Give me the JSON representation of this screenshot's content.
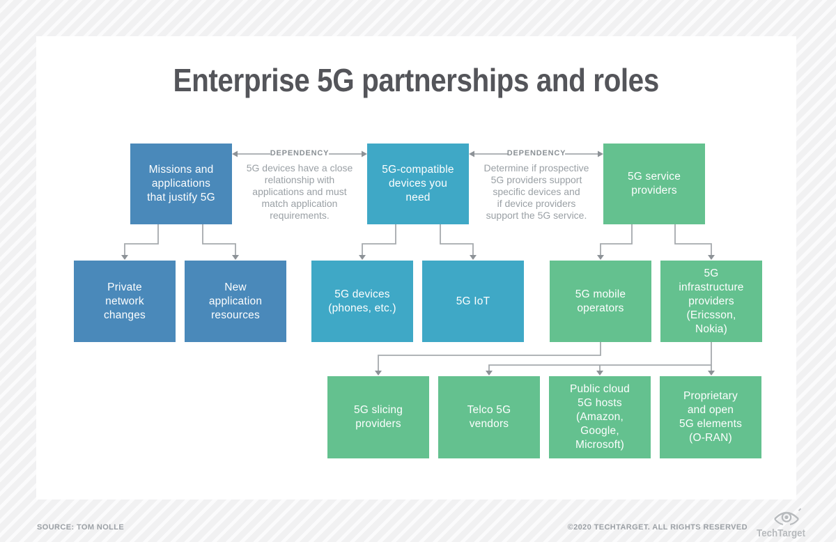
{
  "title": "Enterprise 5G partnerships and roles",
  "colors": {
    "blue": "#4a89ba",
    "teal": "#3fa8c6",
    "green": "#64c18f",
    "background": "#f2f2f3",
    "card": "#ffffff",
    "title_text": "#54555a",
    "connector_line": "#a5a9ad",
    "arrowhead": "#8d9297",
    "dependency_label": "#8a9095",
    "dependency_text": "#9aa0a5",
    "footer_text": "#9ba0a5",
    "logo": "#b7babd"
  },
  "dependencies": [
    {
      "label": "DEPENDENCY",
      "description": "5G devices have a close\nrelationship with\napplications and must\nmatch application\nrequirements."
    },
    {
      "label": "DEPENDENCY",
      "description": "Determine if prospective\n5G providers support\nspecific devices and\nif device providers\nsupport the 5G service."
    }
  ],
  "boxes": {
    "row1": [
      {
        "label": "Missions and\napplications\nthat justify 5G",
        "color": "blue"
      },
      {
        "label": "5G-compatible\ndevices you\nneed",
        "color": "teal"
      },
      {
        "label": "5G service\nproviders",
        "color": "green"
      }
    ],
    "row2": [
      {
        "label": "Private\nnetwork\nchanges",
        "color": "blue"
      },
      {
        "label": "New\napplication\nresources",
        "color": "blue"
      },
      {
        "label": "5G devices\n(phones, etc.)",
        "color": "teal"
      },
      {
        "label": "5G IoT",
        "color": "teal"
      },
      {
        "label": "5G mobile\noperators",
        "color": "green"
      },
      {
        "label": "5G\ninfrastructure\nproviders\n(Ericsson,\nNokia)",
        "color": "green"
      }
    ],
    "row3": [
      {
        "label": "5G slicing\nproviders",
        "color": "green"
      },
      {
        "label": "Telco 5G\nvendors",
        "color": "green"
      },
      {
        "label": "Public cloud\n5G hosts\n(Amazon,\nGoogle,\nMicrosoft)",
        "color": "green"
      },
      {
        "label": "Proprietary\nand open\n5G elements\n(O-RAN)",
        "color": "green"
      }
    ]
  },
  "footer": {
    "source": "SOURCE: TOM NOLLE",
    "copyright": "©2020 TECHTARGET. ALL RIGHTS RESERVED",
    "logo_text": "TechTarget"
  }
}
